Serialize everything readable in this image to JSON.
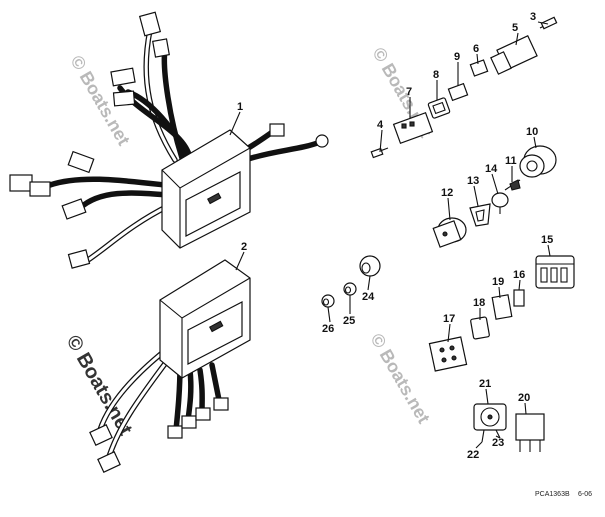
{
  "diagram": {
    "callouts": [
      "1",
      "2",
      "3",
      "4",
      "5",
      "6",
      "7",
      "8",
      "9",
      "10",
      "11",
      "12",
      "13",
      "14",
      "15",
      "16",
      "17",
      "18",
      "19",
      "20",
      "21",
      "22",
      "23",
      "24",
      "25",
      "26"
    ],
    "watermarks": [
      "© Boats.net",
      "© Boats.net",
      "© Boats.net",
      "© Boats.net"
    ],
    "watermark_main": "© Boats.net",
    "footer_code": "PCA1363B",
    "footer_rev": "6-06"
  },
  "colors": {
    "ink": "#111111",
    "watermark": "#b9b9b9",
    "background": "#ffffff"
  }
}
